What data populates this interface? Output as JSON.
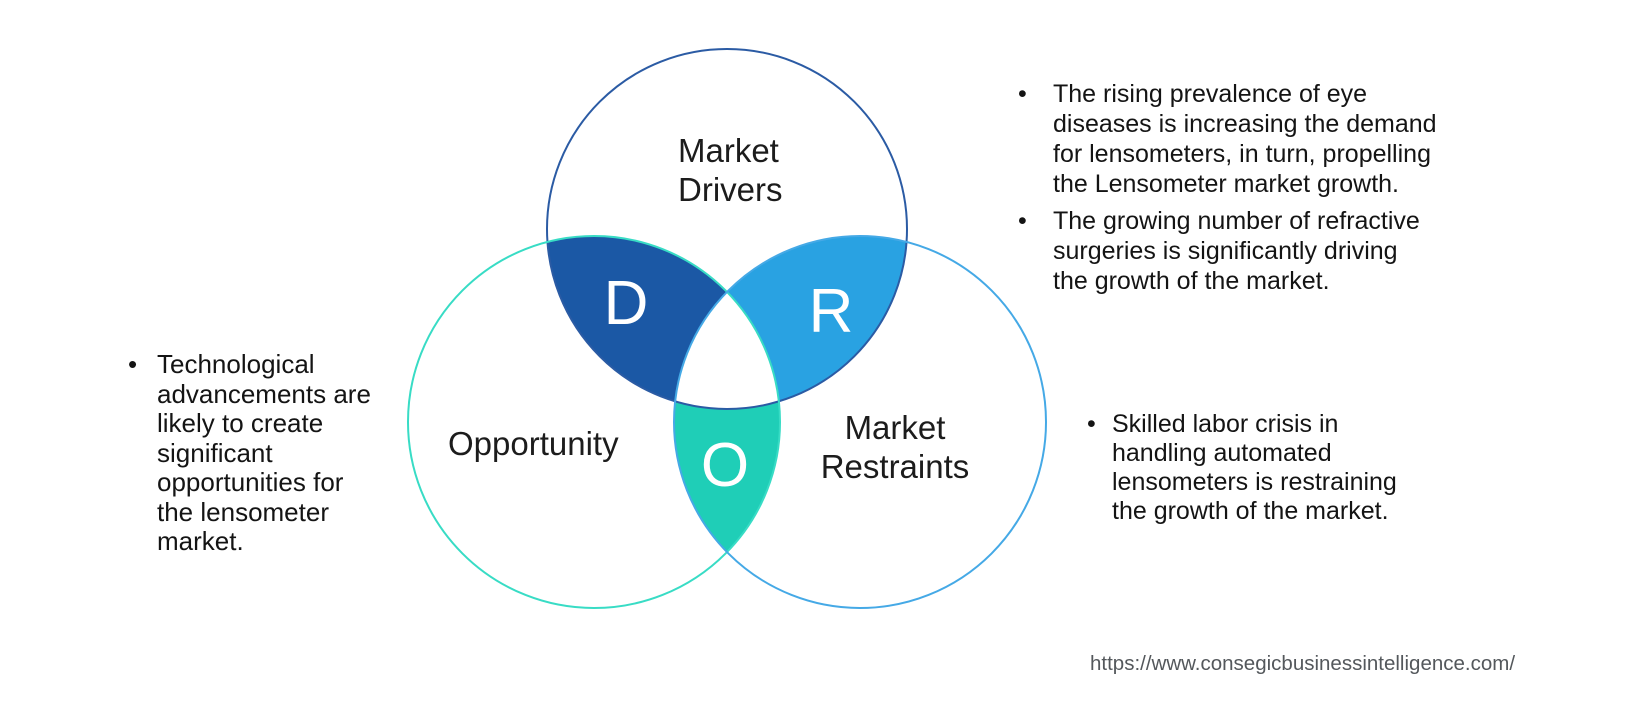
{
  "colors": {
    "background": "#FFFFFF",
    "drivers_overlap_fill": "#1B58A5",
    "restraints_overlap_fill": "#29A2E2",
    "opportunity_overlap_fill": "#1FCEB7",
    "center_fill": "#FFFFFF",
    "drivers_circle_stroke": "#2B5BA4",
    "opportunity_circle_stroke": "#38DCC5",
    "restraints_circle_stroke": "#45A9E6",
    "letter_color": "#FFFFFF",
    "label_color": "#1C1C1C",
    "bullet_text_color": "#141414",
    "url_color": "#54585C"
  },
  "glyphs": {
    "bullet": "•"
  },
  "diagram": {
    "drivers": {
      "label": "Market\nDrivers",
      "letter": "D"
    },
    "opportunity": {
      "label": "Opportunity",
      "letter": "O"
    },
    "restraints": {
      "label": "Market\nRestraints",
      "letter": "R"
    }
  },
  "annotations": {
    "top_right": {
      "bullets": [
        "The rising prevalence of eye\ndiseases is increasing the demand\nfor lensometers, in turn, propelling\nthe Lensometer market growth.",
        "The growing number of refractive\nsurgeries is significantly driving\nthe growth of the market."
      ]
    },
    "left": {
      "bullets": [
        "Technological\nadvancements are\nlikely to create\nsignificant\nopportunities for\nthe lensometer\nmarket."
      ]
    },
    "bottom_right": {
      "bullets": [
        "Skilled labor crisis in\nhandling automated\nlensometers is restraining\nthe growth of the market."
      ]
    }
  },
  "footer": {
    "url": "https://www.consegicbusinessintelligence.com/"
  }
}
